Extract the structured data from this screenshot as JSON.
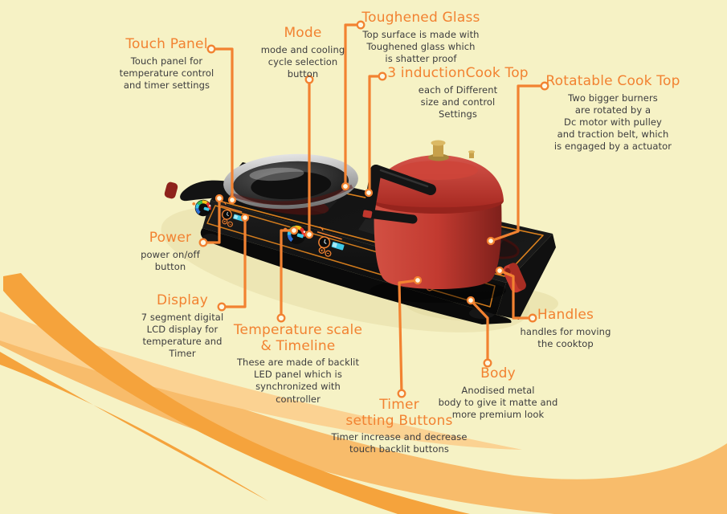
{
  "title": "Induction cooktop product infographic",
  "colors": {
    "background": "#F6F2C5",
    "accent_orange": "#F28231",
    "text_dark": "#3C3C3E",
    "swoosh_dark": "#F5A33C",
    "swoosh_light_band": "#F8BC6B",
    "swoosh_light_ribbon": "#FBD292",
    "device_black": "#141414",
    "cooker_red": "#C23A30",
    "display_cyan": "#3FC9E8",
    "brass": "#C7A04A"
  },
  "scene": {
    "appliance": "3-burner rotatable induction cooktop",
    "cookware": [
      "frying pan",
      "red pressure cooker"
    ]
  },
  "callouts": [
    {
      "id": "touch-panel",
      "title": "Touch Panel",
      "description": "Touch panel for\ntemperature control\nand timer settings"
    },
    {
      "id": "mode",
      "title": "Mode",
      "description": "mode and cooling\ncycle selection\nbutton"
    },
    {
      "id": "toughened-glass",
      "title": "Toughened Glass",
      "description": "Top surface is made with\nToughened glass which\nis shatter proof"
    },
    {
      "id": "induction-cooktop",
      "title": "3 inductionCook Top",
      "description": "each of Different\nsize and control\nSettings"
    },
    {
      "id": "rotatable-cooktop",
      "title": "Rotatable Cook Top",
      "description": "Two bigger burners\nare rotated by a\nDc motor with pulley\nand traction belt, which\nis engaged by a actuator"
    },
    {
      "id": "power",
      "title": "Power",
      "description": "power on/off\nbutton"
    },
    {
      "id": "display",
      "title": "Display",
      "description": "7 segment digital\nLCD display for\ntemperature and\nTimer"
    },
    {
      "id": "temperature-scale",
      "title": "Temperature scale\n& Timeline",
      "description": "These are made of backlit\nLED panel which is\nsynchronized with\ncontroller"
    },
    {
      "id": "timer-setting-buttons",
      "title": "Timer\nsetting Buttons",
      "description": "Timer increase and decrease\ntouch backlit buttons"
    },
    {
      "id": "body",
      "title": "Body",
      "description": "Anodised metal\nbody to give it matte and\nmore premium look"
    },
    {
      "id": "handles",
      "title": "Handles",
      "description": "handles for moving\nthe cooktop"
    }
  ]
}
